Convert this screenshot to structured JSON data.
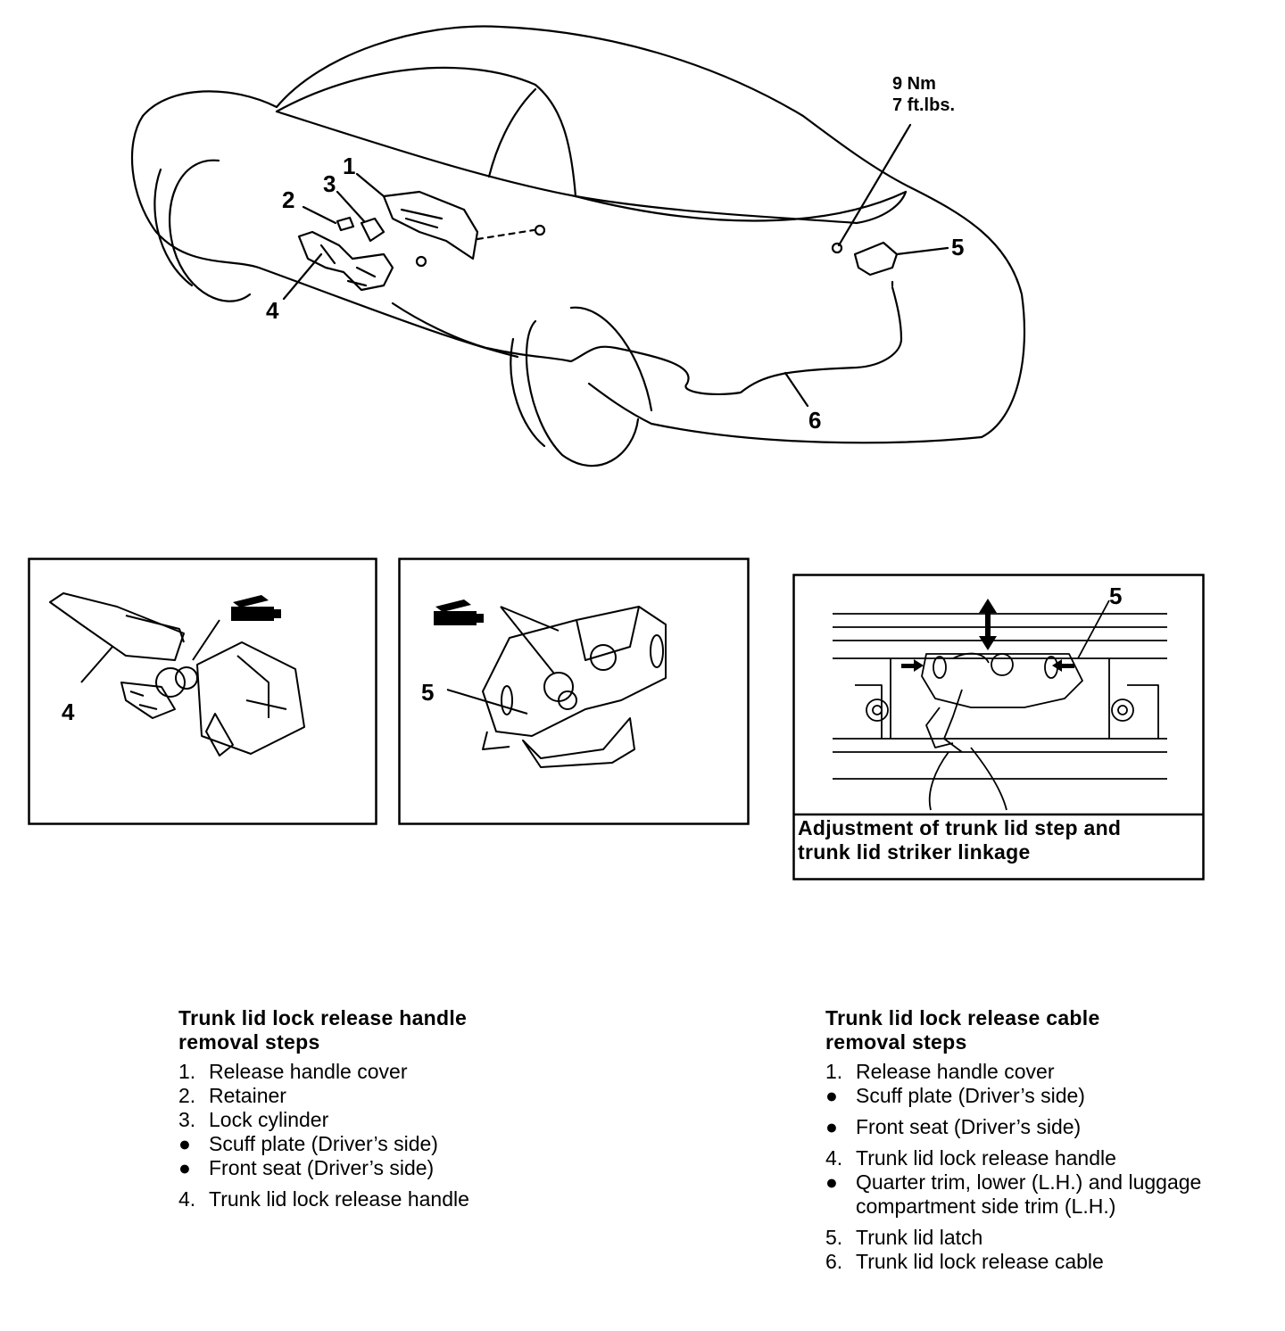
{
  "main_figure": {
    "torque_line1": "9 Nm",
    "torque_line2": "7 ft.lbs.",
    "callouts": [
      "1",
      "2",
      "3",
      "4",
      "5",
      "6"
    ]
  },
  "detail_left": {
    "callout": "4"
  },
  "detail_middle": {
    "callout": "5"
  },
  "detail_right": {
    "callout": "5",
    "caption_line1": "Adjustment of trunk lid step and",
    "caption_line2": "trunk lid striker linkage"
  },
  "handle_steps": {
    "title_line1": "Trunk lid lock release handle",
    "title_line2": "removal steps",
    "items": [
      {
        "marker": "1.",
        "text": "Release handle cover"
      },
      {
        "marker": "2.",
        "text": "Retainer"
      },
      {
        "marker": "3.",
        "text": "Lock cylinder"
      },
      {
        "marker": "●",
        "text": "Scuff plate (Driver’s side)"
      },
      {
        "marker": "●",
        "text": "Front seat (Driver’s side)"
      },
      {
        "marker": "4.",
        "text": "Trunk lid lock release handle"
      }
    ]
  },
  "cable_steps": {
    "title_line1": "Trunk lid lock release cable",
    "title_line2": "removal steps",
    "items": [
      {
        "marker": "1.",
        "text": "Release handle cover"
      },
      {
        "marker": "●",
        "text": "Scuff plate (Driver’s side)"
      },
      {
        "marker": "●",
        "text": "Front seat (Driver’s side)"
      },
      {
        "marker": "4.",
        "text": "Trunk lid lock release handle"
      },
      {
        "marker": "●",
        "text": "Quarter trim, lower (L.H.) and luggage"
      },
      {
        "marker": "",
        "text": "compartment side trim (L.H.)"
      },
      {
        "marker": "5.",
        "text": "Trunk lid latch"
      },
      {
        "marker": "6.",
        "text": "Trunk lid lock release cable"
      }
    ]
  }
}
